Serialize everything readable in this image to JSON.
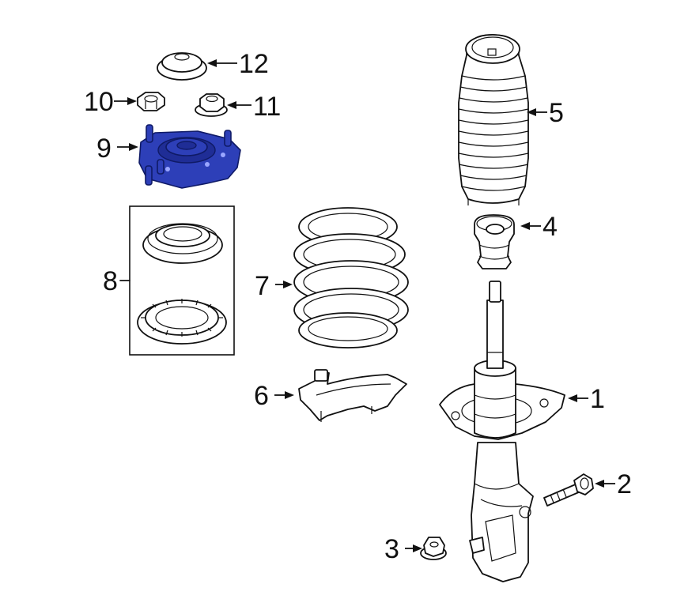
{
  "colors": {
    "highlight": "#2d3fb8",
    "outline": "#111111",
    "background": "#ffffff"
  },
  "callouts": {
    "c1": "1",
    "c2": "2",
    "c3": "3",
    "c4": "4",
    "c5": "5",
    "c6": "6",
    "c7": "7",
    "c8": "8",
    "c9": "9",
    "c10": "10",
    "c11": "11",
    "c12": "12"
  },
  "highlighted_part": "9"
}
